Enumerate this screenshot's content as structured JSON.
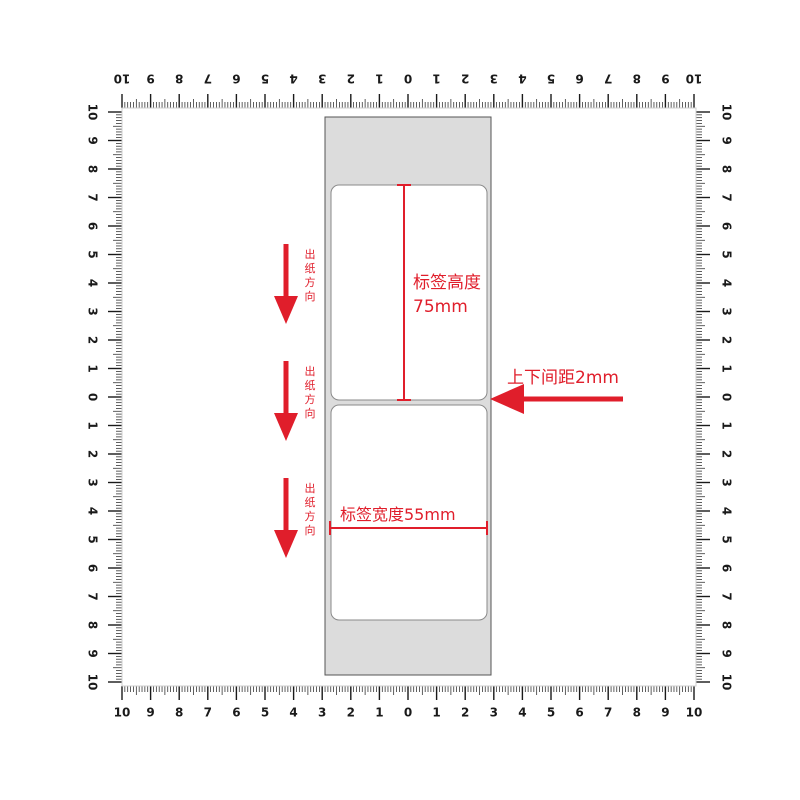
{
  "ruler": {
    "top_labels": [
      "10",
      "9",
      "8",
      "7",
      "6",
      "5",
      "4",
      "3",
      "2",
      "1",
      "0",
      "1",
      "2",
      "3",
      "4",
      "5",
      "6",
      "7",
      "8",
      "9",
      "10"
    ],
    "bottom_labels": [
      "10",
      "9",
      "8",
      "7",
      "6",
      "5",
      "4",
      "3",
      "2",
      "1",
      "0",
      "1",
      "2",
      "3",
      "4",
      "5",
      "6",
      "7",
      "8",
      "9",
      "10"
    ],
    "left_labels": [
      "10",
      "9",
      "8",
      "7",
      "6",
      "5",
      "4",
      "3",
      "2",
      "1",
      "0",
      "1",
      "2",
      "3",
      "4",
      "5",
      "6",
      "7",
      "8",
      "9",
      "10"
    ],
    "right_labels": [
      "10",
      "9",
      "8",
      "7",
      "6",
      "5",
      "4",
      "3",
      "2",
      "1",
      "0",
      "1",
      "2",
      "3",
      "4",
      "5",
      "6",
      "7",
      "8",
      "9",
      "10"
    ]
  },
  "annotations": {
    "height_label_line1": "标签高度",
    "height_label_line2": "75mm",
    "width_label": "标签宽度55mm",
    "gap_label": "上下间距2mm",
    "feed_direction_chars": [
      "出",
      "纸",
      "方",
      "向"
    ]
  },
  "colors": {
    "accent_red": "#e01e2b",
    "liner_gray": "#dcdcdc",
    "label_white": "#ffffff",
    "ruler_black": "#1a1a1a"
  }
}
